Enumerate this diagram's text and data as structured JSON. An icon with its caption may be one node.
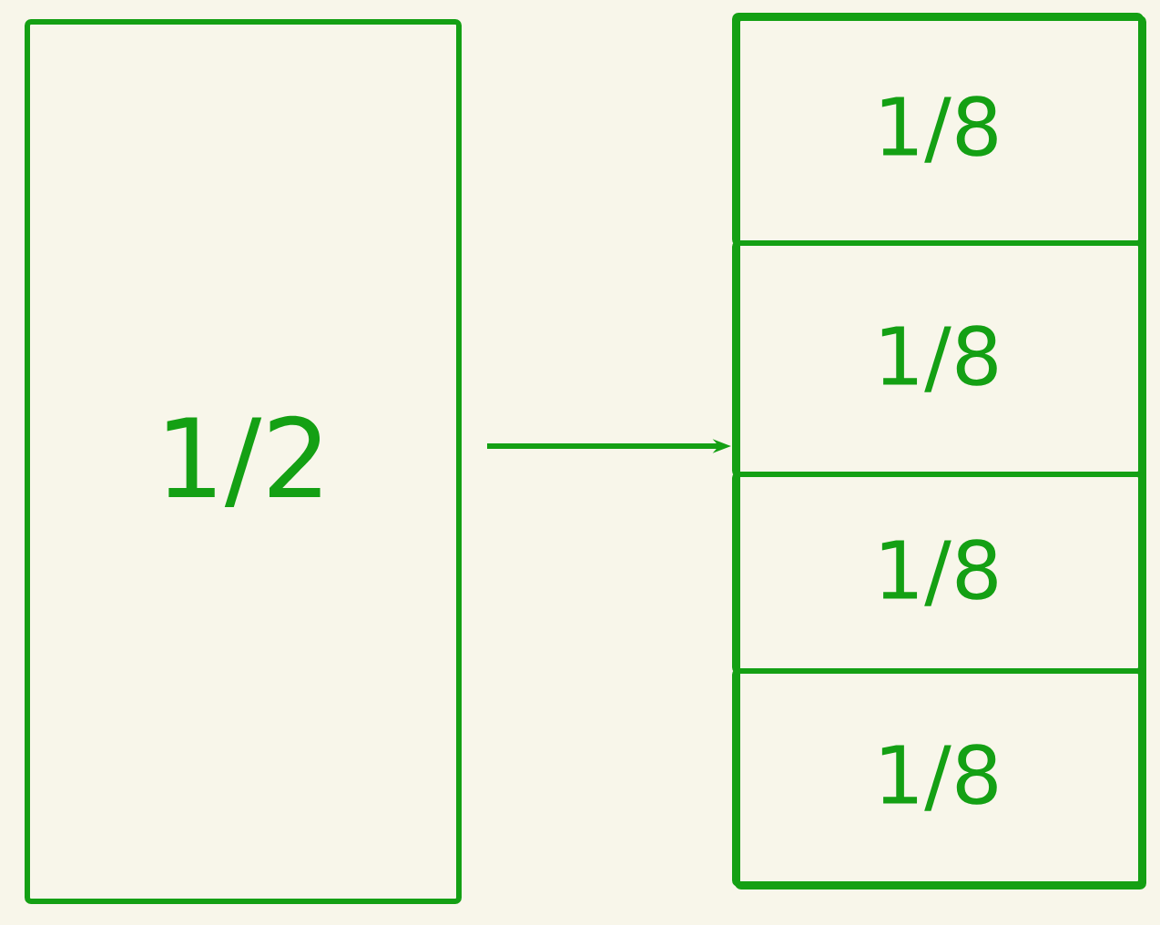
{
  "diagram": {
    "nodes": [
      {
        "text": [
          "1/2"
        ]
      },
      {
        "text": [],
        "shape": "box"
      },
      {
        "text": [
          "1/8"
        ],
        "in": 1
      },
      {
        "text": [
          "1/8"
        ],
        "in": 1
      },
      {
        "text": [
          "1/8"
        ],
        "in": 1
      },
      {
        "text": [
          "1/8"
        ],
        "in": 1
      }
    ],
    "edges": [
      {
        "from": 0,
        "to": 1,
        "arrow": "to"
      }
    ]
  }
}
